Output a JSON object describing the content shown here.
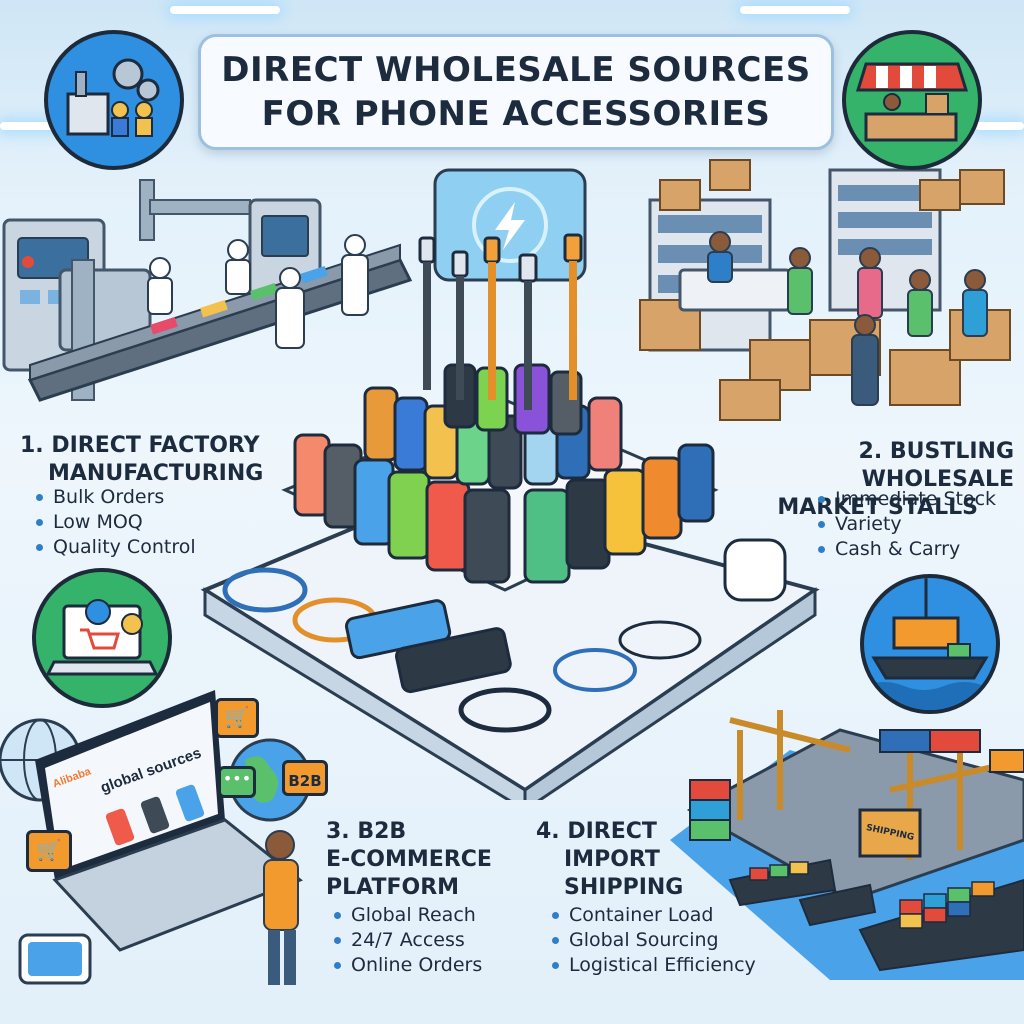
{
  "title": {
    "line1": "DIRECT WHOLESALE SOURCES",
    "line2": "FOR PHONE ACCESSORIES"
  },
  "sections": [
    {
      "number_title": [
        "1. DIRECT FACTORY",
        "MANUFACTURING"
      ],
      "bullets": [
        "Bulk Orders",
        "Low MOQ",
        "Quality Control"
      ]
    },
    {
      "number_title": [
        "2. BUSTLING WHOLESALE",
        "MARKET STALLS"
      ],
      "bullets": [
        "Immediate Stock",
        "Variety",
        "Cash & Carry"
      ]
    },
    {
      "number_title": [
        "3. B2B",
        "E-COMMERCE",
        "PLATFORM"
      ],
      "bullets": [
        "Global Reach",
        "24/7 Access",
        "Online Orders"
      ]
    },
    {
      "number_title": [
        "4. DIRECT",
        "IMPORT",
        "SHIPPING"
      ],
      "bullets": [
        "Container Load",
        "Global Sourcing",
        "Logistical Efficiency"
      ]
    }
  ],
  "laptop_screen": {
    "brand_left": "Alibaba",
    "brand_right": "global sources"
  },
  "chat_bubble": "B2B",
  "crate_label": "SHIPPING",
  "icons": [
    "factory-icon",
    "market-stall-icon",
    "laptop-cart-icon",
    "cargo-ship-icon",
    "cart-icon",
    "globe-icon",
    "lightning-icon"
  ],
  "colors": {
    "navy_text": "#1d2b3e",
    "accent_blue": "#2f7fc8",
    "badge_blue": "#2f8fe0",
    "badge_green": "#35b36a",
    "bubble_orange": "#f29a2e"
  }
}
